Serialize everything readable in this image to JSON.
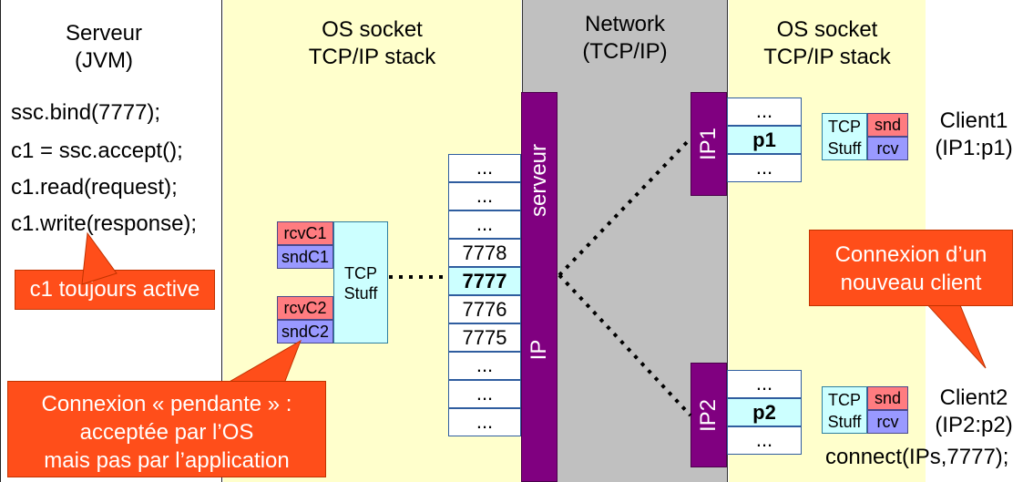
{
  "colors": {
    "os_panel": "#ffffcc",
    "network_panel": "#c0c0c0",
    "ip_bar": "#800080",
    "callout": "#ff4e1a",
    "highlight_cell": "#ccffff",
    "red_buffer": "#ff7c80",
    "blue_buffer": "#9999ff"
  },
  "server": {
    "title_line1": "Serveur",
    "title_line2": "(JVM)",
    "code": [
      "ssc.bind(7777);",
      "c1 = ssc.accept();",
      "c1.read(request);",
      "c1.write(response);"
    ],
    "callout": "c1 toujours active"
  },
  "os_left": {
    "title_line1": "OS socket",
    "title_line2": "TCP/IP stack",
    "buffers": {
      "rcvC1": "rcvC1",
      "sndC1": "sndC1",
      "rcvC2": "rcvC2",
      "sndC2": "sndC2",
      "tcp_stuff_line1": "TCP",
      "tcp_stuff_line2": "Stuff"
    },
    "ports": [
      "...",
      "...",
      "...",
      "7778",
      "7777",
      "7776",
      "7775",
      "...",
      "...",
      "..."
    ],
    "callout_line1": "Connexion « pendante » :",
    "callout_line2": "acceptée par l’OS",
    "callout_line3": "mais pas par l’application"
  },
  "network": {
    "title_line1": "Network",
    "title_line2": "(TCP/IP)",
    "bar_top": "serveur",
    "bar_bottom": "IP",
    "ip1": "IP1",
    "ip2": "IP2"
  },
  "os_right": {
    "title_line1": "OS socket",
    "title_line2": "TCP/IP stack",
    "ports1": [
      "...",
      "p1",
      "..."
    ],
    "ports2": [
      "...",
      "p2",
      "..."
    ],
    "tcp": "TCP",
    "stuff": "Stuff",
    "snd": "snd",
    "rcv": "rcv",
    "callout_line1": "Connexion d’un",
    "callout_line2": "nouveau client"
  },
  "clients": {
    "client1_line1": "Client1",
    "client1_line2": "(IP1:p1)",
    "client2_line1": "Client2",
    "client2_line2": "(IP2:p2)",
    "connect": "connect(IPs,7777);"
  }
}
